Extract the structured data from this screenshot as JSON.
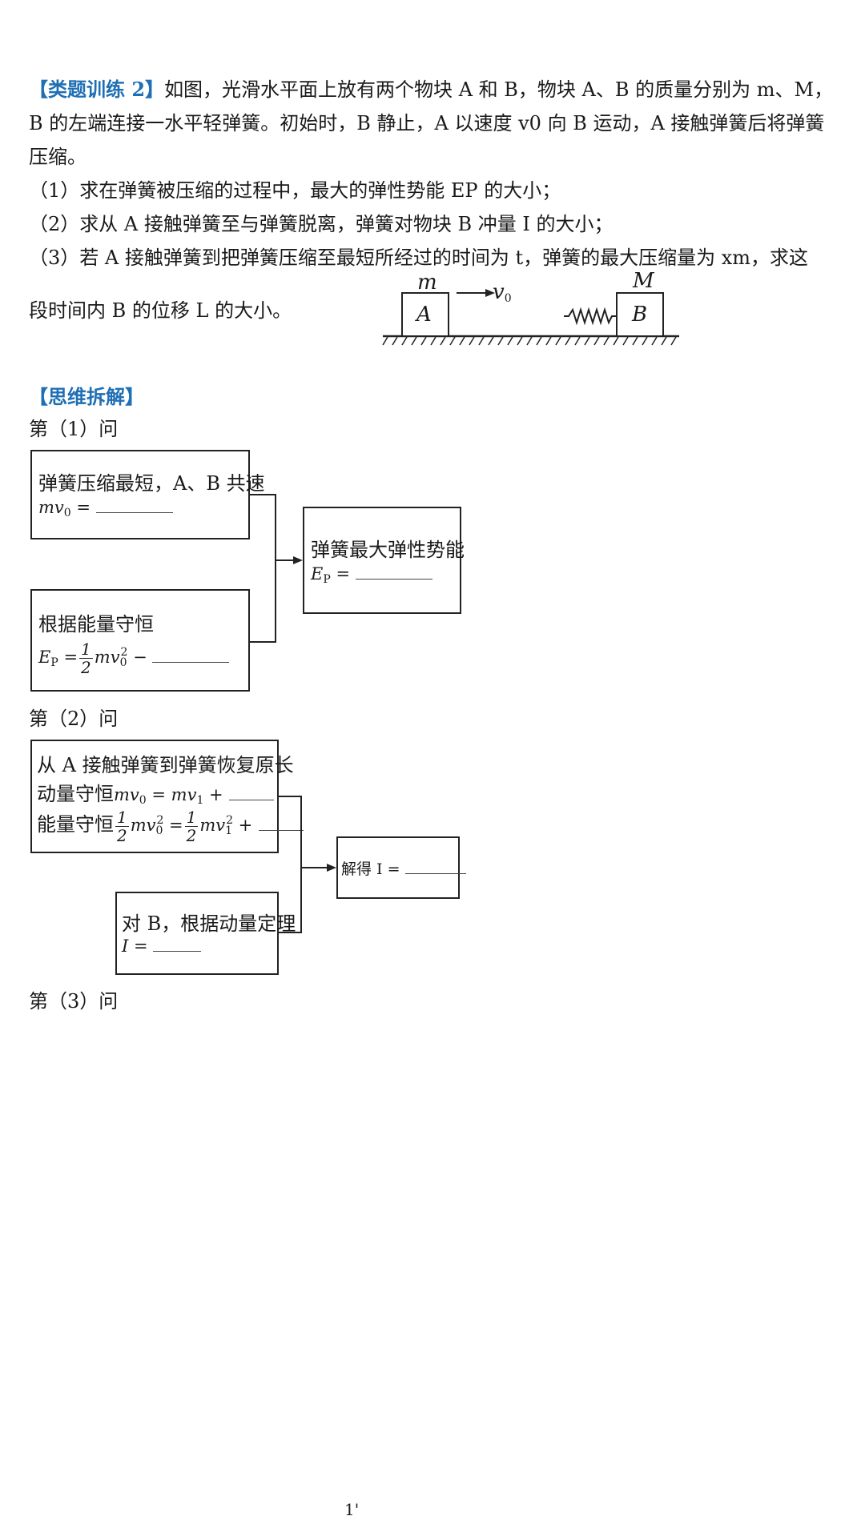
{
  "problem": {
    "tag": "【类题训练 2】",
    "line1_rest": "如图，光滑水平面上放有两个物块 A 和 B，物块 A、B 的质量分别为 m、M，",
    "line2": "B 的左端连接一水平轻弹簧。初始时，B 静止，A 以速度 v0 向 B 运动，A 接触弹簧后将弹簧",
    "line3": "压缩。",
    "q1": "（1）求在弹簧被压缩的过程中，最大的弹性势能 EP 的大小；",
    "q2": "（2）求从 A 接触弹簧至与弹簧脱离，弹簧对物块 B 冲量 I 的大小；",
    "q3_line1": "（3）若 A 接触弹簧到把弹簧压缩至最短所经过的时间为 t，弹簧的最大压缩量为 xm，求这",
    "q3_line2": "段时间内 B 的位移 L 的大小。"
  },
  "figure": {
    "label_m": "m",
    "label_A": "A",
    "label_v0": "v",
    "label_v0_sub": "0",
    "label_M": "M",
    "label_B": "B"
  },
  "analysis": {
    "heading": "【思维拆解】",
    "part1_label": "第（1）问",
    "part2_label": "第（2）问",
    "part3_label": "第（3）问"
  },
  "part1": {
    "box1_title": "弹簧压缩最短，A、B 共速",
    "box1_eq": "mv",
    "box1_eq_sub": "0",
    "box1_eq_rest": " =",
    "box2_title": "根据能量守恒",
    "box2_eq_lhs": "E",
    "box2_eq_lhs_sub": "P",
    "box2_eq_eq": " =",
    "box2_frac_num": "1",
    "box2_frac_den": "2",
    "box2_eq_rest": "mv",
    "box2_eq_rest_sub": "0",
    "box2_eq_rest_sup": "2",
    "box2_eq_minus": " −",
    "result_title": "弹簧最大弹性势能",
    "result_eq": "E",
    "result_eq_sub": "P",
    "result_eq_rest": " ="
  },
  "part2": {
    "box1_title": "从 A 接触弹簧到弹簧恢复原长",
    "box1_eq1_prefix": "动量守恒",
    "box1_eq1": "mv",
    "box1_eq1_sub": "0",
    "box1_eq1_mid": " = mv",
    "box1_eq1_sub2": "1",
    "box1_eq1_plus": " +",
    "box1_eq2_prefix": "能量守恒",
    "frac_num": "1",
    "frac_den": "2",
    "box1_eq2_a": "mv",
    "box1_eq2_a_sub": "0",
    "box1_eq2_a_sup": "2",
    "box1_eq2_eq": " =",
    "box1_eq2_b": "mv",
    "box1_eq2_b_sub": "1",
    "box1_eq2_b_sup": "2",
    "box1_eq2_plus": " +",
    "box2_title": "对 B，根据动量定理",
    "box2_eq": "I =",
    "result_eq": "解得 I ="
  },
  "footer": {
    "page_number": "1'"
  }
}
